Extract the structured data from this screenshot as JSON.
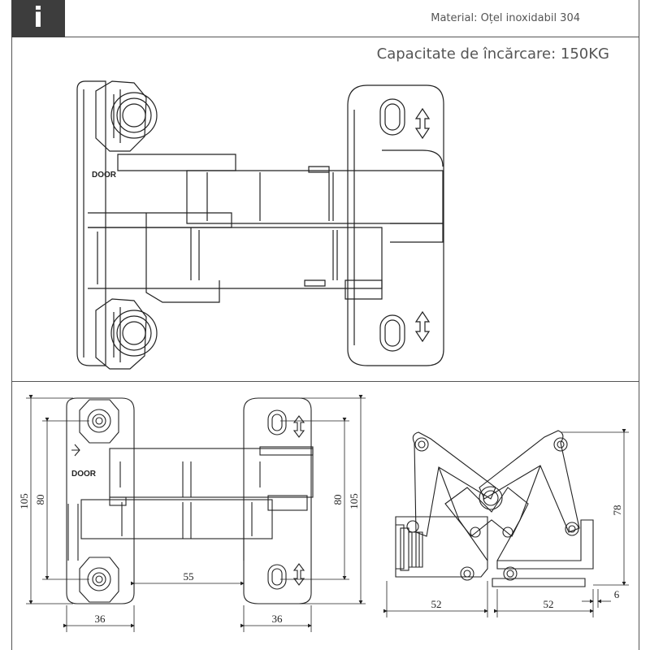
{
  "header": {
    "info_letter": "i",
    "material": "Material: Oțel inoxidabil 304",
    "capacity": "Capacitate de încărcare: 150KG"
  },
  "labels": {
    "door_top": "DOOR",
    "door_front": "DOOR"
  },
  "dimensions": {
    "front_height_outer": "105",
    "front_height_inner": "80",
    "back_height_inner": "80",
    "back_height_outer": "105",
    "gap": "55",
    "front_width": "36",
    "back_width": "36",
    "side_height": "78",
    "side_width_left": "52",
    "side_width_right": "52",
    "side_offset": "6"
  }
}
